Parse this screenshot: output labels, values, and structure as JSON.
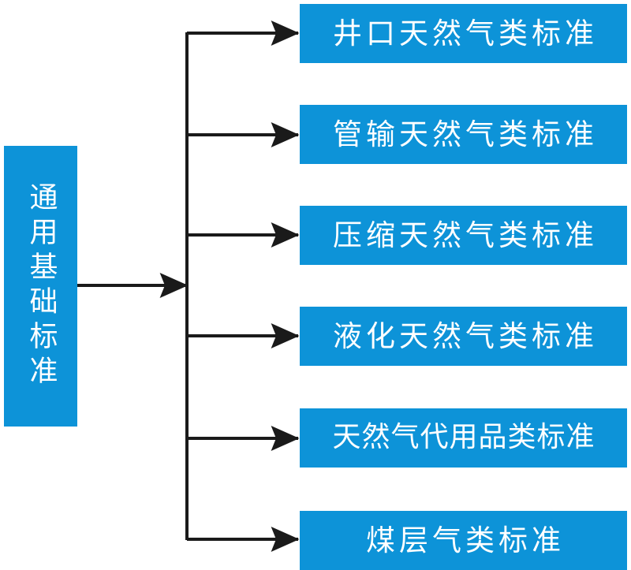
{
  "diagram": {
    "type": "hierarchy-tree",
    "orientation": "left-to-right",
    "colors": {
      "node_fill": "#0d93d8",
      "node_text": "#ffffff",
      "connector": "#1a1a1a",
      "background": "#ffffff"
    },
    "root": {
      "label": "通用基础标准",
      "text_direction": "vertical"
    },
    "children": [
      {
        "label": "井口天然气类标准"
      },
      {
        "label": "管输天然气类标准"
      },
      {
        "label": "压缩天然气类标准"
      },
      {
        "label": "液化天然气类标准"
      },
      {
        "label": "天然气代用品类标准"
      },
      {
        "label": "煤层气类标准"
      }
    ]
  }
}
